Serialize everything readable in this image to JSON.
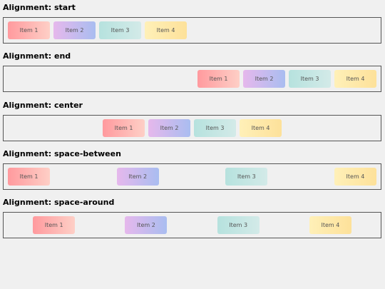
{
  "sections": [
    {
      "title": "Alignment: start",
      "items": [
        "Item 1",
        "Item 2",
        "Item 3",
        "Item 4"
      ]
    },
    {
      "title": "Alignment: end",
      "items": [
        "Item 1",
        "Item 2",
        "Item 3",
        "Item 4"
      ]
    },
    {
      "title": "Alignment: center",
      "items": [
        "Item 1",
        "Item 2",
        "Item 3",
        "Item 4"
      ]
    },
    {
      "title": "Alignment: space-between",
      "items": [
        "Item 1",
        "Item 2",
        "Item 3",
        "Item 4"
      ]
    },
    {
      "title": "Alignment: space-around",
      "items": [
        "Item 1",
        "Item 2",
        "Item 3",
        "Item 4"
      ]
    }
  ],
  "colors": {
    "background": "#f0f0f0",
    "border": "#555555",
    "item1": [
      "#ff9a9e",
      "#fecfc6"
    ],
    "item2": [
      "#e6b8ec",
      "#a9bdf0"
    ],
    "item3": [
      "#b6e2de",
      "#d3eae8"
    ],
    "item4": [
      "#fff0b8",
      "#fde19a"
    ]
  }
}
